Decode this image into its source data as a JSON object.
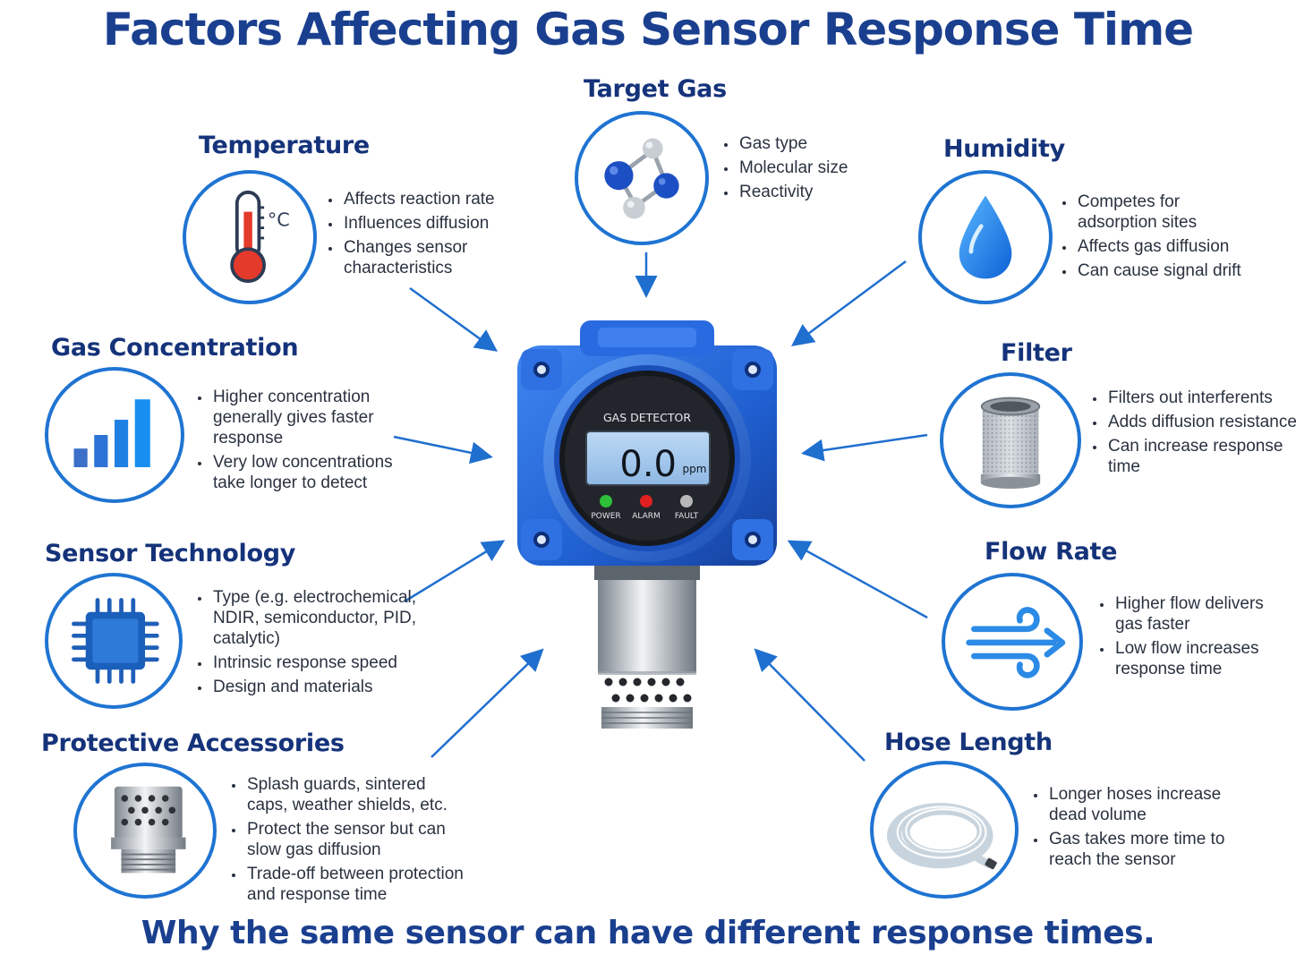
{
  "title": "Factors Affecting Gas Sensor Response Time",
  "footer": "Why the same sensor can have different response times.",
  "colors": {
    "accent": "#1f74d2",
    "heading": "#15337a",
    "device_blue": "#1e5fd0"
  },
  "device": {
    "label": "GAS DETECTOR",
    "reading": "0.0",
    "unit": "ppm",
    "indicators": [
      {
        "label": "POWER",
        "color": "#2fbf3a"
      },
      {
        "label": "ALARM",
        "color": "#e02020"
      },
      {
        "label": "FAULT",
        "color": "#b8b8b8"
      }
    ]
  },
  "factors": {
    "target_gas": {
      "title": "Target Gas",
      "icon": "molecule-icon",
      "bullets": [
        "Gas type",
        "Molecular size",
        "Reactivity"
      ]
    },
    "temperature": {
      "title": "Temperature",
      "icon": "thermometer-icon",
      "icon_text": "°C",
      "bullets": [
        "Affects reaction rate",
        "Influences diffusion",
        "Changes sensor characteristics"
      ]
    },
    "humidity": {
      "title": "Humidity",
      "icon": "water-drop-icon",
      "bullets": [
        "Competes for adsorption sites",
        "Affects gas diffusion",
        "Can cause signal drift"
      ]
    },
    "gas_concentration": {
      "title": "Gas Concentration",
      "icon": "bar-chart-icon",
      "bullets": [
        "Higher concentration generally gives faster response",
        "Very low concentrations take longer to detect"
      ]
    },
    "filter": {
      "title": "Filter",
      "icon": "filter-cartridge-icon",
      "bullets": [
        "Filters out interferents",
        "Adds diffusion resistance",
        "Can increase response time"
      ]
    },
    "sensor_technology": {
      "title": "Sensor Technology",
      "icon": "chip-icon",
      "bullets": [
        "Type (e.g. electrochemical, NDIR, semiconductor, PID, catalytic)",
        "Intrinsic response speed",
        "Design and materials"
      ]
    },
    "flow_rate": {
      "title": "Flow Rate",
      "icon": "airflow-icon",
      "bullets": [
        "Higher flow delivers gas faster",
        "Low flow increases response time"
      ]
    },
    "protective_accessories": {
      "title": "Protective Accessories",
      "icon": "sintered-cap-icon",
      "bullets": [
        "Splash guards, sintered caps, weather shields, etc.",
        "Protect the sensor but can slow gas diffusion",
        "Trade-off between protection and response time"
      ]
    },
    "hose_length": {
      "title": "Hose Length",
      "icon": "coiled-hose-icon",
      "bullets": [
        "Longer hoses increase dead volume",
        "Gas takes more time to reach the sensor"
      ]
    }
  }
}
